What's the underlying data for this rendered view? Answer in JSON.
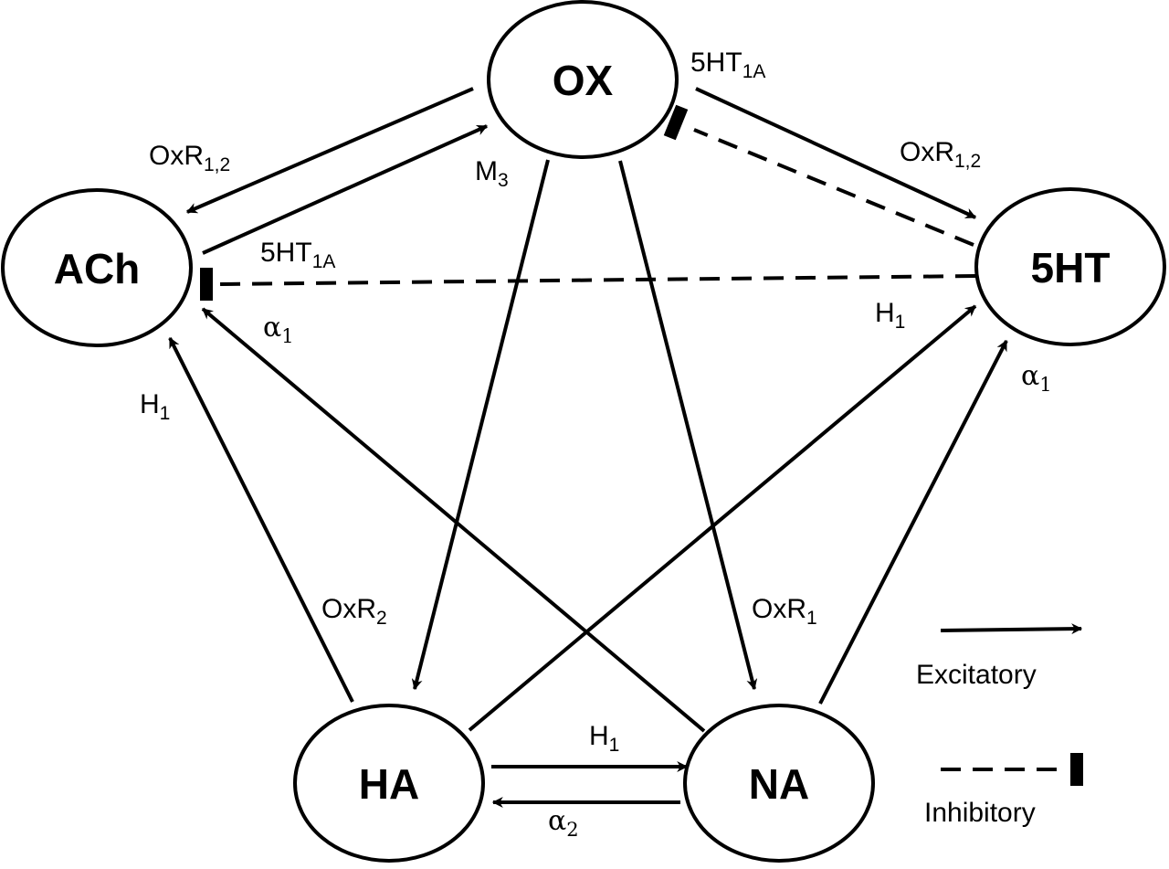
{
  "nodes": {
    "ox": "OX",
    "ach": "ACh",
    "ht5": "5HT",
    "ha": "HA",
    "na": "NA"
  },
  "labels": {
    "ox_to_ach": {
      "base": "OxR",
      "sub": "1,2"
    },
    "ach_to_ox": {
      "base": "M",
      "sub": "3"
    },
    "ox_to_5ht": {
      "base": "OxR",
      "sub": "1,2"
    },
    "ht5_inhib_ox": {
      "base": "5HT",
      "sub": "1A"
    },
    "ht5_inhib_ach": {
      "base": "5HT",
      "sub": "1A"
    },
    "na_to_ach": {
      "base": "α",
      "sub": "1"
    },
    "ha_to_ach": {
      "base": "H",
      "sub": "1"
    },
    "ha_to_5ht": {
      "base": "H",
      "sub": "1"
    },
    "na_to_5ht": {
      "base": "α",
      "sub": "1"
    },
    "ox_to_ha": {
      "base": "OxR",
      "sub": "2"
    },
    "ox_to_na": {
      "base": "OxR",
      "sub": "1"
    },
    "ha_to_na": {
      "base": "H",
      "sub": "1"
    },
    "na_to_ha": {
      "base": "α",
      "sub": "2"
    }
  },
  "legend": {
    "excitatory": "Excitatory",
    "inhibitory": "Inhibitory"
  }
}
